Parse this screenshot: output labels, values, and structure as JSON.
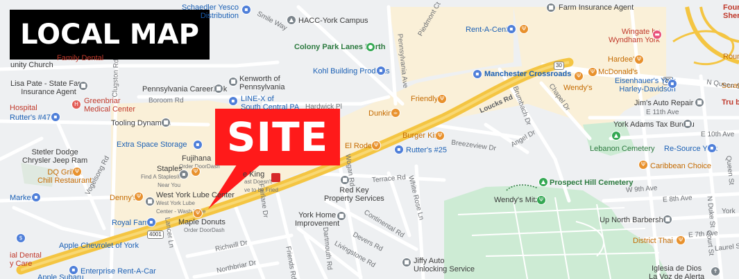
{
  "banner": {
    "title": "LOCAL MAP"
  },
  "site_callout": {
    "label": "SITE"
  },
  "colors": {
    "background": "#eef0f2",
    "commercial_zone": "#faf0d8",
    "park": "#cdebd4",
    "main_road": "#f4c542",
    "banner_bg": "#000000",
    "callout_bg": "#ff1a1a"
  },
  "places": [
    {
      "id": "schaedler",
      "name": "Schaedler Yesco\nDistribution",
      "type": "shop",
      "icon": "shopping-bag-icon"
    },
    {
      "id": "hacc",
      "name": "HACC-York Campus",
      "type": "poi",
      "icon": "school-icon"
    },
    {
      "id": "farm-ins-top",
      "name": "Farm Insurance Agent",
      "type": "poi",
      "icon": "briefcase-icon"
    },
    {
      "id": "rent-a-center",
      "name": "Rent-A-Center",
      "type": "shop",
      "icon": "shopping-bag-icon"
    },
    {
      "id": "wingate",
      "name": "Wingate by\nWyndham York",
      "type": "hotel",
      "icon": "bed-icon"
    },
    {
      "id": "four-sheraton",
      "name": "Four\nShera",
      "type": "hotel",
      "icon": "bed-icon"
    },
    {
      "id": "colony-park",
      "name": "Colony Park Lanes North",
      "type": "park",
      "icon": "bowling-icon"
    },
    {
      "id": "hardees",
      "name": "Hardee's",
      "type": "food",
      "icon": "fork-knife-icon"
    },
    {
      "id": "roun",
      "name": "Roun",
      "type": "food",
      "icon": "fork-knife-icon"
    },
    {
      "id": "family-dental",
      "name": "Family Dental",
      "type": "health",
      "icon": "tooth-icon"
    },
    {
      "id": "unity-church",
      "name": "unity Church",
      "type": "poi",
      "icon": "church-icon"
    },
    {
      "id": "kenworth",
      "name": "Kenworth of\nPennsylvania",
      "type": "poi",
      "icon": "truck-icon"
    },
    {
      "id": "kohl",
      "name": "Kohl Building Products",
      "type": "shop",
      "icon": "shopping-bag-icon"
    },
    {
      "id": "manchester",
      "name": "Manchester Crossroads",
      "type": "shop",
      "icon": "shopping-bag-icon"
    },
    {
      "id": "mcdonalds",
      "name": "McDonald's",
      "type": "food",
      "icon": "fork-knife-icon"
    },
    {
      "id": "eisenhauer",
      "name": "Eisenhauer's York\nHarley-Davidson",
      "type": "shop",
      "icon": "shopping-bag-icon"
    },
    {
      "id": "scrat",
      "name": "Scrat",
      "type": "food",
      "icon": "fork-knife-icon"
    },
    {
      "id": "lisa-pate",
      "name": "Lisa Pate - State Farm\nInsurance Agent",
      "type": "poi",
      "icon": "briefcase-icon"
    },
    {
      "id": "careerlink",
      "name": "Pennsylvania CareerLink",
      "type": "poi",
      "icon": "building-icon"
    },
    {
      "id": "wendys-top",
      "name": "Wendy's",
      "type": "food",
      "icon": "fork-knife-icon"
    },
    {
      "id": "greenbriar",
      "name": "Greenbriar\nMedical Center",
      "type": "health",
      "icon": "hospital-icon"
    },
    {
      "id": "line-x",
      "name": "LINE-X of\nSouth Central PA",
      "type": "shop",
      "icon": "car-icon"
    },
    {
      "id": "friendlys",
      "name": "Friendly's",
      "type": "food",
      "icon": "fork-knife-icon"
    },
    {
      "id": "jims-auto",
      "name": "Jim's Auto Repair",
      "type": "poi",
      "icon": "wrench-icon"
    },
    {
      "id": "tru",
      "name": "Tru b",
      "type": "hotel",
      "icon": "bed-icon"
    },
    {
      "id": "hospital",
      "name": "Hospital",
      "type": "health",
      "icon": "hospital-icon"
    },
    {
      "id": "rutters47",
      "name": "Rutter's #47",
      "type": "shop",
      "icon": "gas-icon"
    },
    {
      "id": "dunkin",
      "name": "Dunkin'",
      "type": "food",
      "icon": "coffee-icon"
    },
    {
      "id": "tooling",
      "name": "Tooling Dynamics",
      "type": "poi",
      "icon": "building-icon"
    },
    {
      "id": "york-adams-tax",
      "name": "York Adams Tax Bureau",
      "type": "poi",
      "icon": "building-icon"
    },
    {
      "id": "burger-king",
      "name": "Burger King",
      "type": "food",
      "icon": "fork-knife-icon"
    },
    {
      "id": "extra-space",
      "name": "Extra Space Storage",
      "type": "shop",
      "icon": "storage-icon"
    },
    {
      "id": "el-rodeo",
      "name": "El Rodeo",
      "type": "food",
      "icon": "fork-knife-icon"
    },
    {
      "id": "rutters25",
      "name": "Rutter's #25",
      "type": "shop",
      "icon": "gas-icon"
    },
    {
      "id": "lebanon-cemetery",
      "name": "Lebanon Cemetery",
      "type": "park",
      "icon": "tree-icon"
    },
    {
      "id": "re-source-york",
      "name": "Re-Source York",
      "type": "shop",
      "icon": "shopping-bag-icon"
    },
    {
      "id": "stetler",
      "name": "Stetler Dodge\nChrysler Jeep Ram",
      "type": "poi",
      "icon": "car-icon"
    },
    {
      "id": "fujihana",
      "name": "Fujihana",
      "sub": "Order DoorDash",
      "type": "food",
      "icon": "fork-knife-icon"
    },
    {
      "id": "dq",
      "name": "DQ Grill &\nChill Restaurant",
      "type": "food",
      "icon": "fork-knife-icon"
    },
    {
      "id": "staples",
      "name": "Staples",
      "sub": "Find A Staples®\nNear You",
      "type": "shop",
      "icon": "shopping-bag-icon"
    },
    {
      "id": "burger-king-2",
      "name": "e King",
      "sub": "ast Doesn't\nve to be Fried",
      "type": "food",
      "icon": "fork-knife-icon"
    },
    {
      "id": "caribbean",
      "name": "Caribbean Choice",
      "type": "food",
      "icon": "fork-knife-icon"
    },
    {
      "id": "red-key",
      "name": "Red Key\nProperty Services",
      "type": "poi",
      "icon": "building-icon"
    },
    {
      "id": "prospect-hill",
      "name": "Prospect Hill Cemetery",
      "type": "park",
      "icon": "tree-icon"
    },
    {
      "id": "markets",
      "name": "Markets",
      "type": "shop",
      "icon": "shopping-bag-icon"
    },
    {
      "id": "dennys",
      "name": "Denny's",
      "type": "food",
      "icon": "fork-knife-icon"
    },
    {
      "id": "wylube",
      "name": "West York Lube Center",
      "sub": "West York Lube\nCenter - Wash Lube",
      "type": "poi",
      "icon": "car-icon"
    },
    {
      "id": "wendys-mitzel",
      "name": "Wendy's Mitzel",
      "type": "food",
      "icon": "fork-knife-icon"
    },
    {
      "id": "york-home",
      "name": "York Home\nImprovement",
      "type": "poi",
      "icon": "building-icon"
    },
    {
      "id": "up-north",
      "name": "Up North Barbershop",
      "type": "poi",
      "icon": "scissors-icon"
    },
    {
      "id": "royal-farms",
      "name": "Royal Farms",
      "type": "shop",
      "icon": "gas-icon"
    },
    {
      "id": "maple-donuts",
      "name": "Maple Donuts",
      "sub": "Order DoorDash",
      "type": "food",
      "icon": "fork-knife-icon"
    },
    {
      "id": "apple-chevrolet",
      "name": "Apple Chevrolet of York",
      "type": "shop",
      "icon": "car-icon"
    },
    {
      "id": "district-thai",
      "name": "District Thai",
      "type": "food",
      "icon": "fork-knife-icon"
    },
    {
      "id": "ial-care",
      "name": "ial Dental\ny Care",
      "type": "health",
      "icon": "tooth-icon"
    },
    {
      "id": "jiffy",
      "name": "Jiffy Auto\nUnlocking Service",
      "type": "poi",
      "icon": "key-icon"
    },
    {
      "id": "enterprise",
      "name": "Enterprise Rent-A-Car",
      "type": "shop",
      "icon": "car-icon"
    },
    {
      "id": "apple-subaru",
      "name": "Apple Subaru",
      "type": "shop",
      "icon": "car-icon"
    },
    {
      "id": "iglesia",
      "name": "Iglesia de Dios\nLa Voz de Alerta",
      "type": "poi",
      "icon": "church-icon"
    }
  ],
  "streets": [
    "Smile Way",
    "Piedmont Ct",
    "Pennsylvania Ave",
    "Clugston Rd",
    "Boroom Rd",
    "Hardwick Pl",
    "Loucks Rd",
    "Brumbach Dr",
    "Chapel Dr",
    "E 11th Ave",
    "E 10th Ave",
    "Breezeview Dr",
    "Angel Dr",
    "Vogelsong Rd",
    "Terrace Rd",
    "Wogan Rd",
    "White Rose Ln",
    "W 9th Ave",
    "E 8th Ave",
    "N Duke St",
    "N Queen St",
    "Queen St",
    "Continental Rd",
    "Dartmouth Rd",
    "Devers Rd",
    "Livingstone Rd",
    "Richwill Dr",
    "Northbriar Dr",
    "Friends Rd",
    "Fairlane Dr",
    "Lancer Ln",
    "E 7th Ave",
    "Laurel St",
    "Court St",
    "York"
  ],
  "route_shields": [
    "30",
    "30",
    "4001"
  ]
}
